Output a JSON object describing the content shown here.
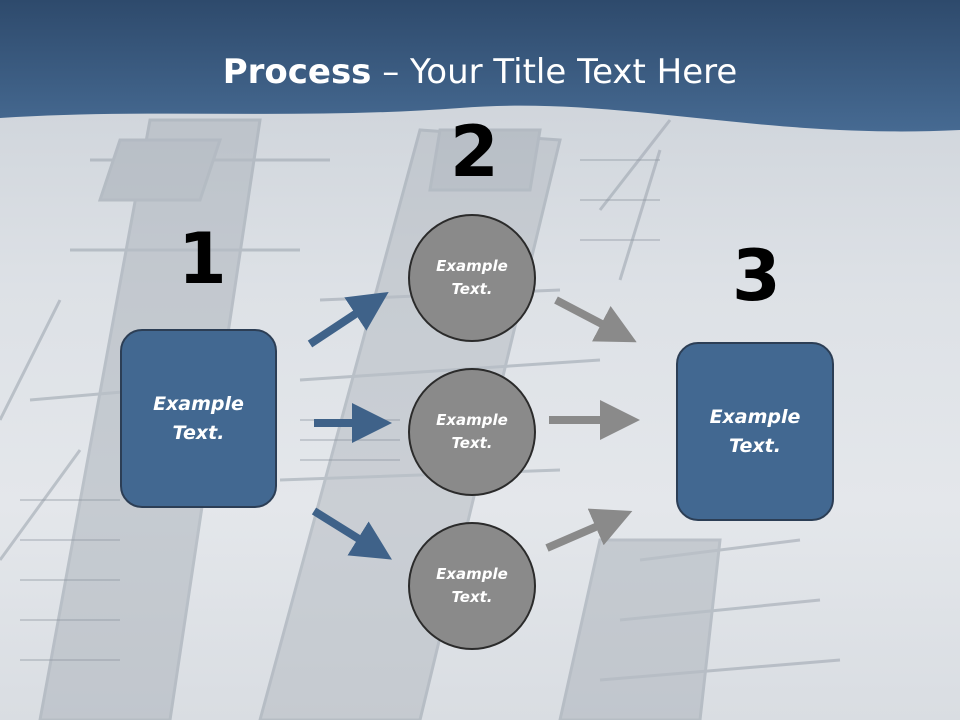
{
  "title": {
    "bold": "Process",
    "rest": " – Your Title Text Here"
  },
  "colors": {
    "header": "#3b5f86",
    "box": "#426891",
    "circle": "#8a8a8a",
    "arrow_blue": "#3f6289",
    "arrow_gray": "#8a8a8a"
  },
  "steps": [
    {
      "number": "1",
      "text": "Example\nText."
    },
    {
      "number": "2",
      "circles": [
        "Example\nText.",
        "Example\nText.",
        "Example\nText."
      ]
    },
    {
      "number": "3",
      "text": "Example\nText."
    }
  ]
}
